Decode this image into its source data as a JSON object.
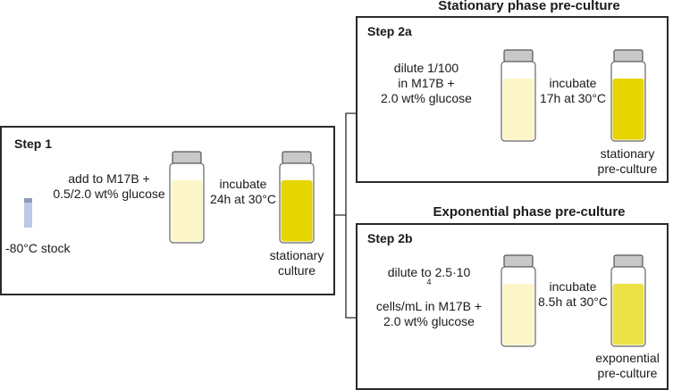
{
  "headings": {
    "stationary": "Stationary phase pre-culture",
    "exponential": "Exponential phase pre-culture"
  },
  "step1": {
    "label": "Step 1",
    "stock_label": "-80°C stock",
    "transfer_lines": [
      "add to M17B +",
      "0.5/2.0 wt% glucose"
    ],
    "incubate_lines": [
      "incubate",
      "24h at 30°C"
    ],
    "result_lines": [
      "stationary",
      "culture"
    ]
  },
  "step2a": {
    "label": "Step 2a",
    "transfer_lines": [
      "dilute 1/100",
      "in M17B +",
      "2.0 wt% glucose"
    ],
    "incubate_lines": [
      "incubate",
      "17h at 30°C"
    ],
    "result_lines": [
      "stationary",
      "pre-culture"
    ]
  },
  "step2b": {
    "label": "Step 2b",
    "transfer_line1_prefix": "dilute to 2.5·10",
    "transfer_line1_exp": "4",
    "transfer_lines_rest": [
      "cells/mL in M17B +",
      "2.0 wt% glucose"
    ],
    "incubate_lines": [
      "incubate",
      "8.5h at 30°C"
    ],
    "result_lines": [
      "exponential",
      "pre-culture"
    ]
  },
  "colors": {
    "medium_fresh": "#fdf6c8",
    "stationary_culture": "#e6d500",
    "exponential_culture": "#ece247",
    "cap": "#c8c8c8",
    "stock_tube": "#b9c9e6",
    "border": "#2a2a2a"
  },
  "icons": [
    "culture-tube-icon",
    "stock-tube-icon",
    "arrow-icon"
  ]
}
